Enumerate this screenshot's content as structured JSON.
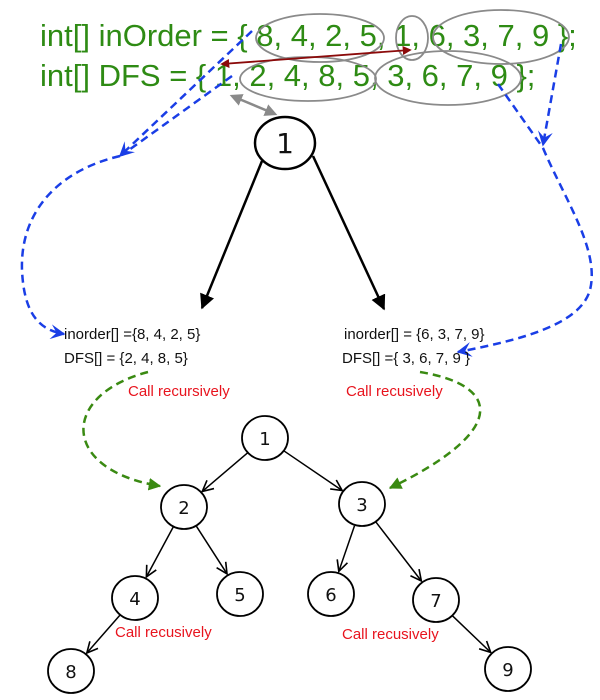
{
  "code": {
    "inorder_line": "int[] inOrder = { 8, 4, 2, 5, 1, 6, 3, 7, 9 };",
    "dfs_line": "int[] DFS = { 1, 2, 4, 8, 5, 3, 6, 7, 9 };"
  },
  "arrays": {
    "inorder": [
      8,
      4,
      2,
      5,
      1,
      6,
      3,
      7,
      9
    ],
    "dfs": [
      1,
      2,
      4,
      8,
      5,
      3,
      6,
      7,
      9
    ]
  },
  "root_node": {
    "label": "1"
  },
  "left_sub": {
    "inorder_text": "inorder[] ={8, 4, 2, 5}",
    "dfs_text": "DFS[] = {2, 4, 8, 5}",
    "call_label": "Call recursively"
  },
  "right_sub": {
    "inorder_text": "inorder[] = {6, 3, 7, 9}",
    "dfs_text": "DFS[] ={ 3, 6, 7, 9 }",
    "call_label": "Call recusively"
  },
  "tree": {
    "nodes": [
      {
        "id": "1",
        "label": "1"
      },
      {
        "id": "2",
        "label": "2"
      },
      {
        "id": "3",
        "label": "3"
      },
      {
        "id": "4",
        "label": "4"
      },
      {
        "id": "5",
        "label": "5"
      },
      {
        "id": "6",
        "label": "6"
      },
      {
        "id": "7",
        "label": "7"
      },
      {
        "id": "8",
        "label": "8"
      },
      {
        "id": "9",
        "label": "9"
      }
    ],
    "edges": [
      [
        "1",
        "2"
      ],
      [
        "1",
        "3"
      ],
      [
        "2",
        "4"
      ],
      [
        "2",
        "5"
      ],
      [
        "3",
        "6"
      ],
      [
        "3",
        "7"
      ],
      [
        "4",
        "8"
      ],
      [
        "7",
        "9"
      ]
    ],
    "call_label_left": "Call recusively",
    "call_label_right": "Call recusively"
  },
  "colors": {
    "code_green": "#2e8b14",
    "dashed_blue": "#1a3ee6",
    "dashed_green": "#3a8a12",
    "red_text": "#e8141e",
    "dark_red_arrow": "#8b0a0a",
    "gray_ellipse": "#8a8a8a"
  }
}
